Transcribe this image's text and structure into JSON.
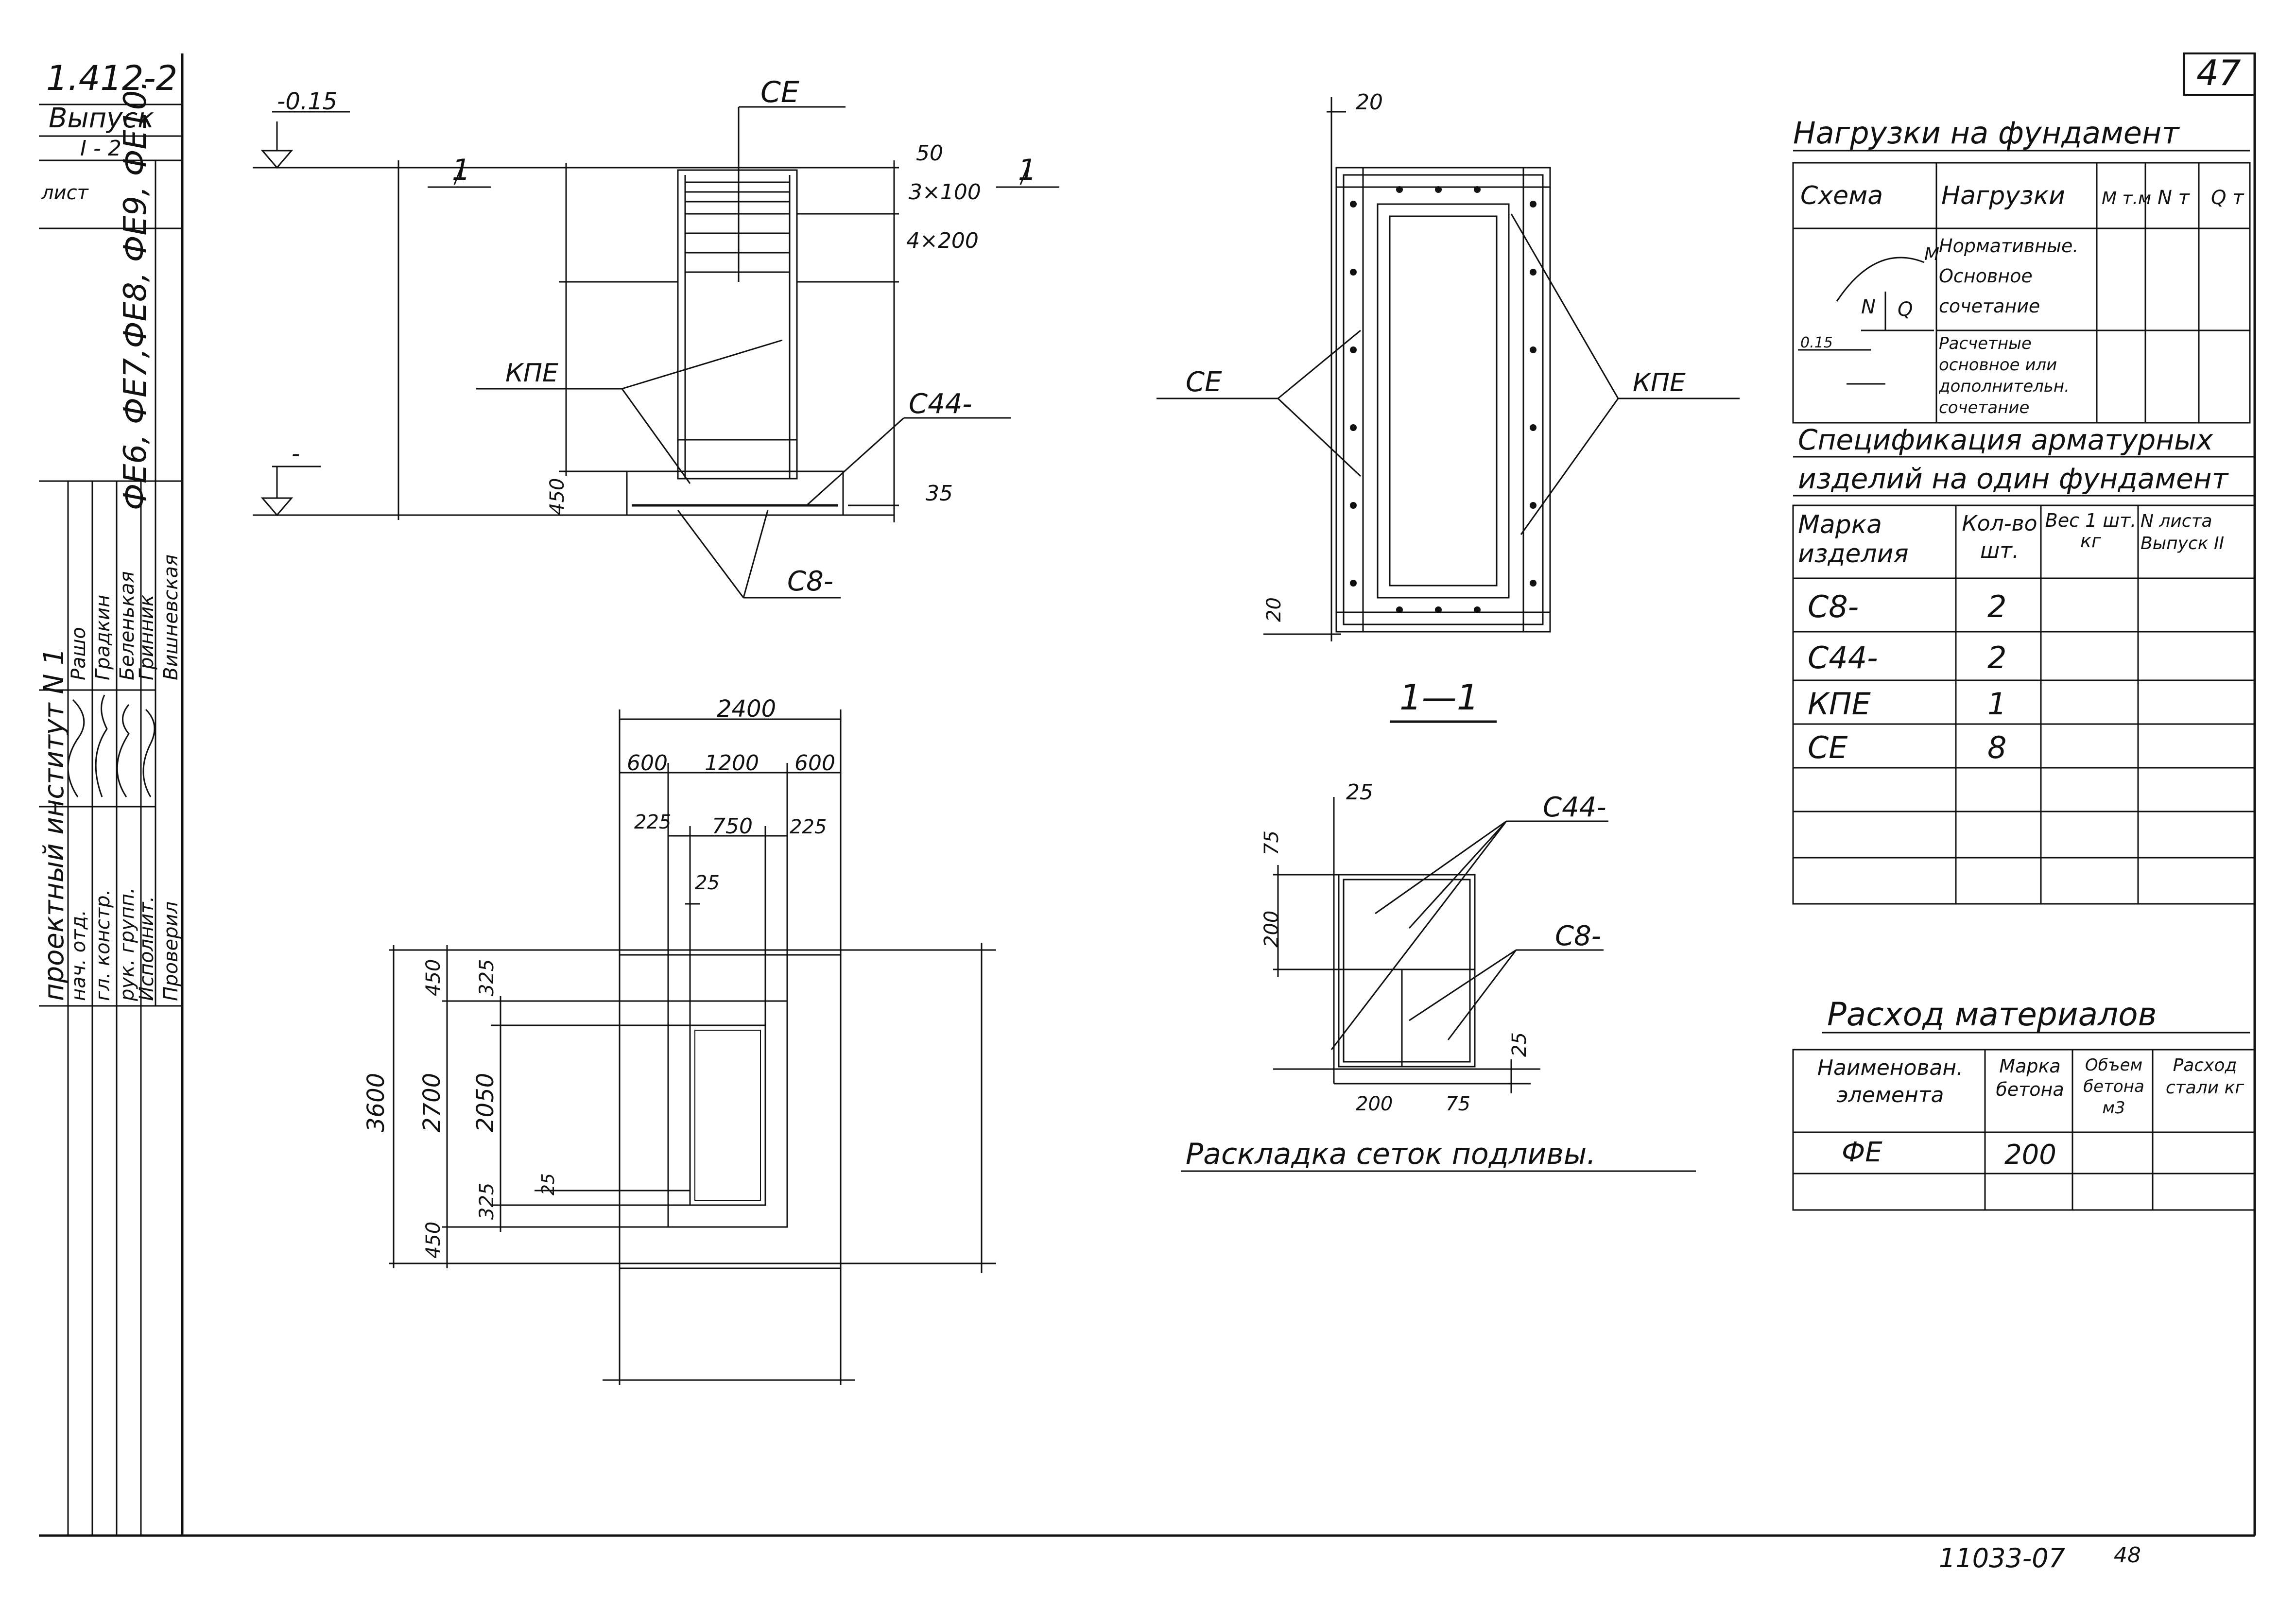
{
  "document": {
    "series": "1.412-2",
    "issue_label": "Выпуск",
    "issue_value": "I - 2",
    "sheet_label": "лист",
    "sheet_number": "47",
    "vertical_title": "ФЕ6, ФЕ7,ФЕ8, ФЕ9, ФЕ10.",
    "org": "проектный институт N 1",
    "footer_code": "11033-07",
    "footer_mark": "48"
  },
  "stamp": {
    "roles": [
      "нач. отд.",
      "гл. констр.",
      "рук. групп.",
      "Исполнит.",
      "Проверил"
    ],
    "names": [
      "Рашо",
      "Градкин",
      "Беленькая",
      "Гринник",
      "Вишневская"
    ]
  },
  "elevation": {
    "top_mark": "-0.15",
    "bottom_mark": "-",
    "section_label": "1",
    "dims_right": [
      "50",
      "3×100",
      "4×200"
    ],
    "dim_450": "450",
    "dim_35": "35",
    "labels": {
      "ce": "СЕ",
      "kpe": "КПЕ",
      "c44": "С44-",
      "c8": "С8-"
    }
  },
  "plan": {
    "top_dims": {
      "total": "2400",
      "left": "600",
      "center": "1200",
      "right": "600",
      "inner_left": "225",
      "inner_center": "750",
      "inner_right": "225",
      "gap": "25"
    },
    "left_dims": {
      "total": "3600",
      "mid": "2700",
      "inner": "2050",
      "top": "450",
      "bottom": "450",
      "top2": "325",
      "bottom2": "325",
      "small": "25"
    }
  },
  "section": {
    "title": "1—1",
    "dim_top": "20",
    "dim_bottom": "20",
    "labels": {
      "ce": "СЕ",
      "kpe": "КПЕ"
    }
  },
  "mesh_layout": {
    "title": "Раскладка сеток подливы.",
    "dims": {
      "top": "25",
      "d75": "75",
      "d200": "200",
      "d25r": "25",
      "b200": "200",
      "b75": "75"
    },
    "labels": {
      "c44": "С44-",
      "c8": "С8-"
    }
  },
  "loads_table": {
    "title": "Нагрузки на фундамент",
    "headers": [
      "Схема",
      "Нагрузки",
      "M т.м",
      "N т",
      "Q т"
    ],
    "rows": [
      "Нормативные. Основное сочетание",
      "Расчетные основное или дополнительн. сочетание"
    ],
    "schema_labels": {
      "m": "M",
      "n": "N",
      "q": "Q",
      "mark": "0.15"
    }
  },
  "spec_table": {
    "title_line1": "Спецификация арматурных",
    "title_line2": "изделий на один фундамент",
    "headers": [
      "Марка изделия",
      "Кол-во шт.",
      "Вес 1 шт. кг",
      "N листа Выпуск II"
    ],
    "rows": [
      {
        "mark": "С8-",
        "qty": "2"
      },
      {
        "mark": "С44-",
        "qty": "2"
      },
      {
        "mark": "КПЕ",
        "qty": "1"
      },
      {
        "mark": "СЕ",
        "qty": "8"
      }
    ]
  },
  "materials_table": {
    "title": "Расход материалов",
    "headers": [
      "Наименован. элемента",
      "Марка бетона",
      "Объем бетона м3",
      "Расход стали кг"
    ],
    "rows": [
      {
        "element": "ФЕ",
        "grade": "200"
      }
    ]
  }
}
